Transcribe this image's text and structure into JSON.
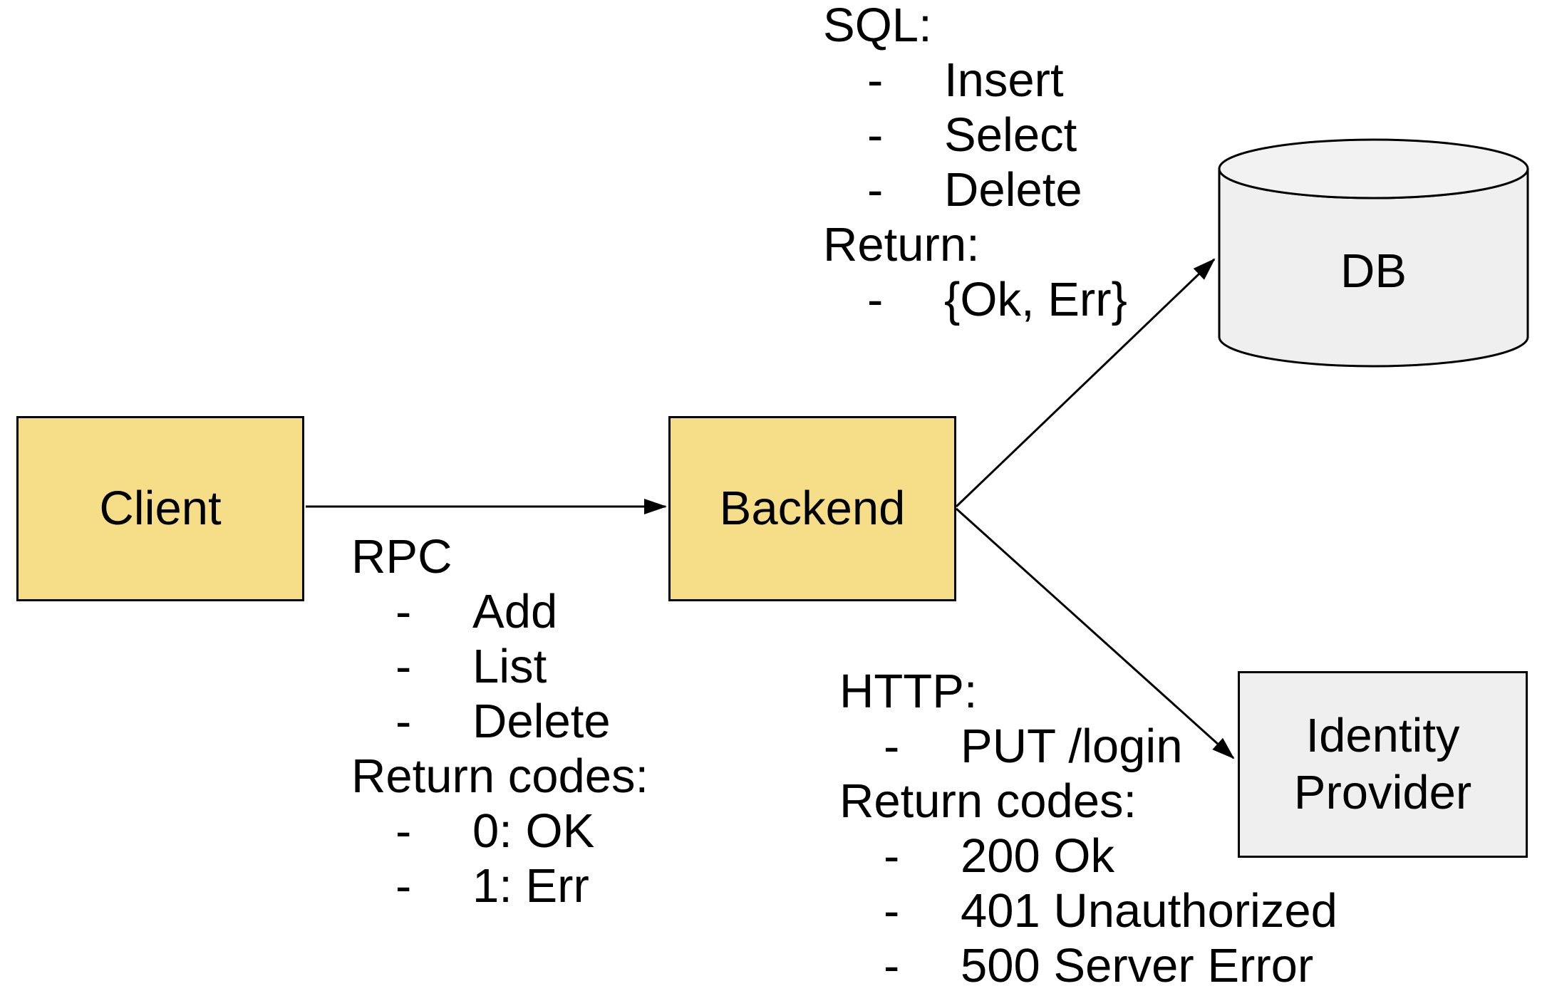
{
  "nodes": {
    "client": {
      "label": "Client"
    },
    "backend": {
      "label": "Backend"
    },
    "db": {
      "label": "DB"
    },
    "identity_provider": {
      "label": "Identity Provider"
    }
  },
  "annotations": {
    "rpc": {
      "lines": [
        {
          "type": "label",
          "text": "RPC"
        },
        {
          "type": "item",
          "text": "Add"
        },
        {
          "type": "item",
          "text": "List"
        },
        {
          "type": "item",
          "text": "Delete"
        },
        {
          "type": "label",
          "text": "Return codes:"
        },
        {
          "type": "item",
          "text": "0: OK"
        },
        {
          "type": "item",
          "text": "1: Err"
        }
      ]
    },
    "sql": {
      "lines": [
        {
          "type": "label",
          "text": "SQL:"
        },
        {
          "type": "item",
          "text": "Insert"
        },
        {
          "type": "item",
          "text": "Select"
        },
        {
          "type": "item",
          "text": "Delete"
        },
        {
          "type": "label",
          "text": "Return:"
        },
        {
          "type": "item",
          "text": "{Ok, Err}"
        }
      ]
    },
    "http": {
      "lines": [
        {
          "type": "label",
          "text": "HTTP:"
        },
        {
          "type": "item",
          "text": "PUT /login"
        },
        {
          "type": "label",
          "text": "Return codes:"
        },
        {
          "type": "item",
          "text": "200 Ok"
        },
        {
          "type": "item",
          "text": "401 Unauthorized"
        },
        {
          "type": "item",
          "text": "500 Server Error"
        }
      ]
    }
  },
  "colors": {
    "node_fill_yellow": "#F6DE89",
    "node_fill_gray": "#EFEFEF",
    "db_top_fill": "#F2F2F2",
    "stroke": "#000000",
    "text": "#000000",
    "background": "#FFFFFF"
  }
}
